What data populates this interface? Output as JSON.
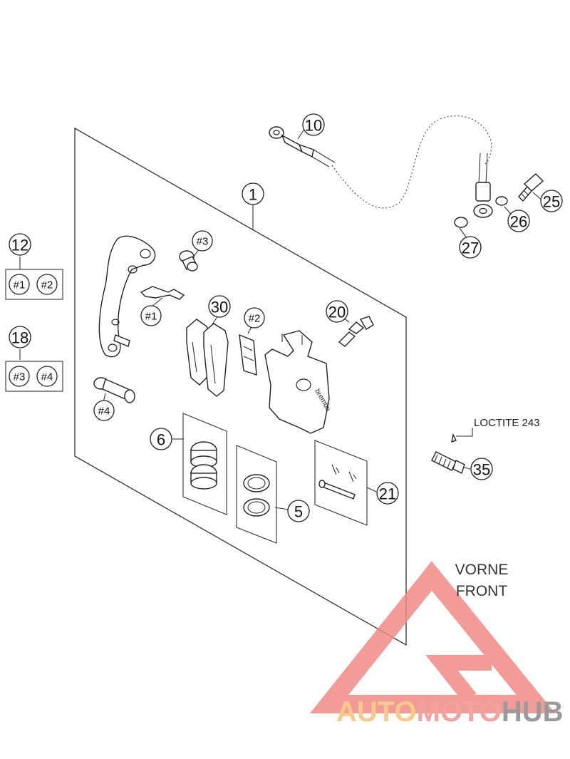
{
  "callouts": {
    "c1": "1",
    "c5": "5",
    "c6": "6",
    "c10": "10",
    "c12": "12",
    "c18": "18",
    "c20": "20",
    "c21": "21",
    "c25": "25",
    "c26": "26",
    "c27": "27",
    "c30": "30",
    "c35": "35",
    "h1": "#1",
    "h2": "#2",
    "h3": "#3",
    "h4": "#4",
    "k12a": "#1",
    "k12b": "#2",
    "k18a": "#3",
    "k18b": "#4"
  },
  "annotations": {
    "loctite": "LOCTITE 243",
    "direction_line1": "VORNE",
    "direction_line2": "FRONT"
  },
  "watermark": {
    "part1": "AUTO",
    "part2": "MOTO",
    "part3": "HUB",
    "color_auto": "#f7c98a",
    "color_moto": "#f2a3a0",
    "color_hub": "#9a9a9a",
    "color_logo": "#f08a86"
  }
}
